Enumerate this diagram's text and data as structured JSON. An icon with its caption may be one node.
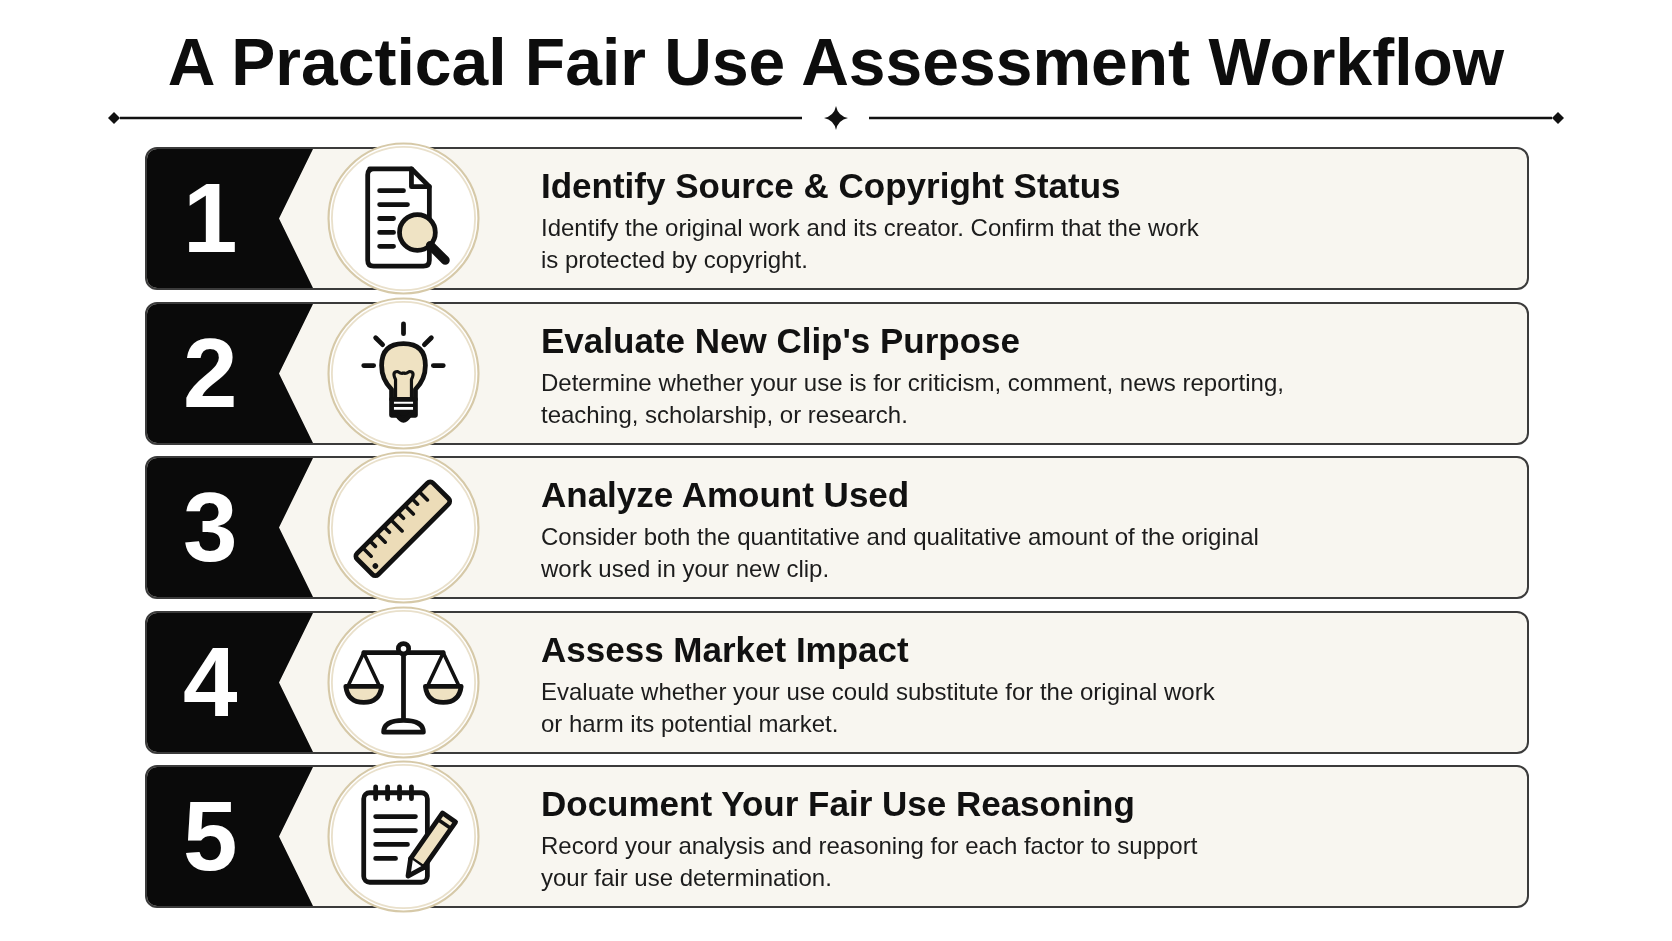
{
  "diagram": {
    "title": "A Practical Fair Use Assessment Workflow",
    "nodes": [
      {
        "text": [
          "Identify Source & Copyright Status",
          "Identify the original work and its creator. Confirm that the work is protected by copyright."
        ]
      },
      {
        "text": [
          "1"
        ],
        "in": 0
      },
      {
        "text": [
          "Evaluate New Clip's Purpose",
          "Determine whether your use is for criticism, comment, news reporting, teaching, scholarship, or research."
        ]
      },
      {
        "text": [
          "2"
        ],
        "in": 2
      },
      {
        "text": [
          "Analyze Amount Used",
          "Consider both the quantitative and qualitative amount of the original work used in your new clip."
        ]
      },
      {
        "text": [
          "3"
        ],
        "in": 4
      },
      {
        "text": [
          "Assess Market Impact",
          "Evaluate whether your use could substitute for the original work or harm its potential market."
        ]
      },
      {
        "text": [
          "4"
        ],
        "in": 6
      },
      {
        "text": [
          "Document Your Fair Use Reasoning",
          "Record your analysis and reasoning for each factor to support your fair use determination."
        ]
      },
      {
        "text": [
          "5"
        ],
        "in": 8
      }
    ]
  }
}
